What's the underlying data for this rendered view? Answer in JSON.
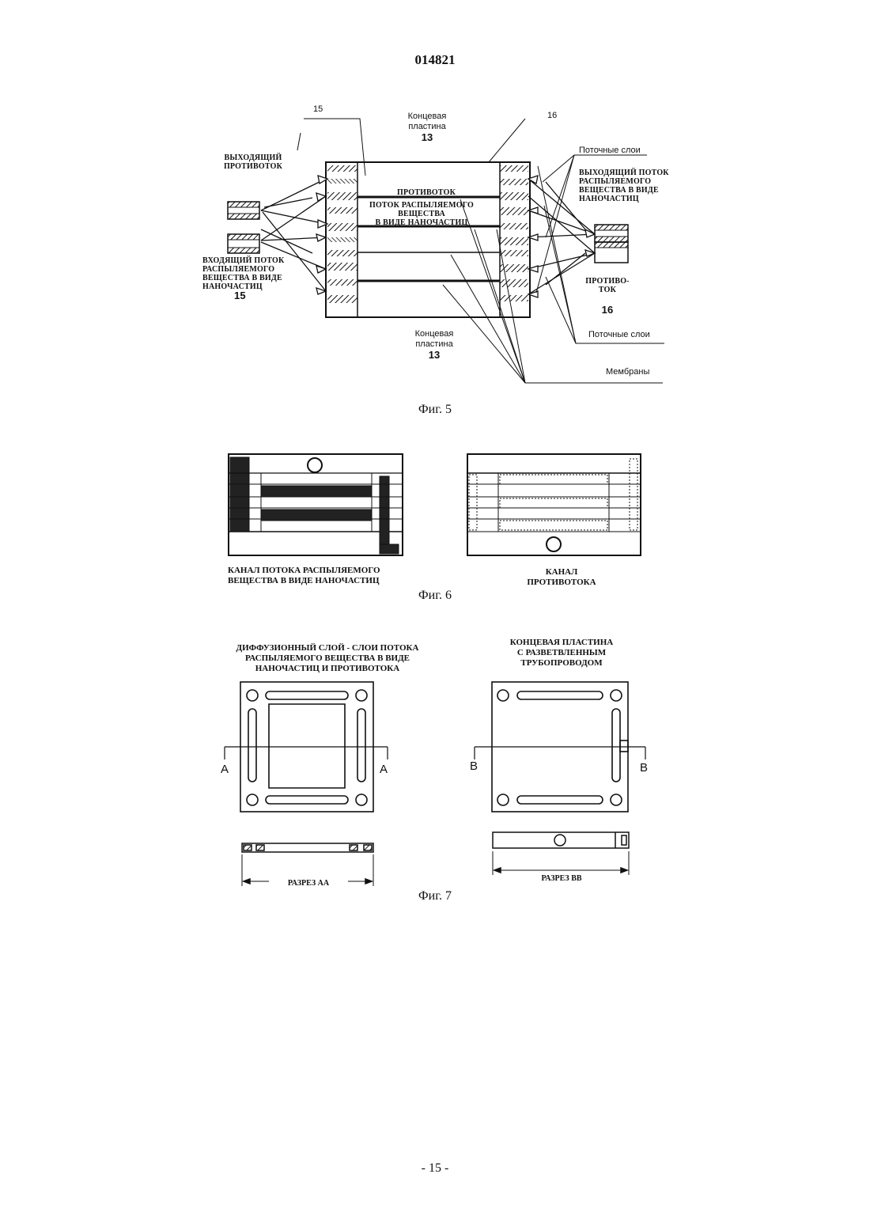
{
  "header": {
    "doc_number": "014821"
  },
  "footer": {
    "page_number": "- 15 -"
  },
  "fig5": {
    "caption": "Фиг. 5",
    "ref_15_top": "15",
    "ref_16_top": "16",
    "end_plate_top_line1": "Концевая",
    "end_plate_top_line2": "пластина",
    "end_plate_top_num": "13",
    "end_plate_bottom_line1": "Концевая",
    "end_plate_bottom_line2": "пластина",
    "end_plate_bottom_num": "13",
    "outgoing_counterflow_line1": "ВЫХОДЯЩИЙ",
    "outgoing_counterflow_line2": "ПРОТИВОТОК",
    "incoming_flow_line1": "ВХОДЯЩИЙ ПОТОК",
    "incoming_flow_line2": "РАСПЫЛЯЕМОГО",
    "incoming_flow_line3": "ВЕЩЕСТВА В ВИДЕ",
    "incoming_flow_line4": "НАНОЧАСТИЦ",
    "incoming_flow_num": "15",
    "counterflow_inner": "ПРОТИВОТОК",
    "flow_inner_line1": "ПОТОК РАСПЫЛЯЕМОГО",
    "flow_inner_line2": "ВЕЩЕСТВА",
    "flow_inner_line3": "В ВИДЕ НАНОЧАСТИЦ",
    "flow_layers_top": "Поточные слои",
    "outgoing_flow_line1": "ВЫХОДЯЩИЙ ПОТОК",
    "outgoing_flow_line2": "РАСПЫЛЯЕМОГО",
    "outgoing_flow_line3": "ВЕЩЕСТВА В ВИДЕ",
    "outgoing_flow_line4": "НАНОЧАСТИЦ",
    "counterflow_right_line1": "ПРОТИВО-",
    "counterflow_right_line2": "ТОК",
    "counterflow_right_num": "16",
    "flow_layers_bottom": "Поточные слои",
    "membranes": "Мембраны"
  },
  "fig6": {
    "caption": "Фиг. 6",
    "left_label_line1": "КАНАЛ ПОТОКА РАСПЫЛЯЕМОГО",
    "left_label_line2": "ВЕЩЕСТВА В ВИДЕ НАНОЧАСТИЦ",
    "right_label_line1": "КАНАЛ",
    "right_label_line2": "ПРОТИВОТОКА"
  },
  "fig7": {
    "caption": "Фиг. 7",
    "left_title_line1": "ДИФФУЗИОННЫЙ СЛОЙ  -  СЛОИ ПОТОКА",
    "left_title_line2": "РАСПЫЛЯЕМОГО ВЕЩЕСТВА В ВИДЕ",
    "left_title_line3": "НАНОЧАСТИЦ И  ПРОТИВОТОКА",
    "right_title_line1": "КОНЦЕВАЯ ПЛАСТИНА",
    "right_title_line2": "С РАЗВЕТВЛЕННЫМ",
    "right_title_line3": "ТРУБОПРОВОДОМ",
    "section_a_left": "A",
    "section_a_right": "A",
    "section_b_left": "B",
    "section_b_right": "B",
    "section_aa": "РАЗРЕЗ АА",
    "section_bb": "РАЗРЕЗ ВВ"
  }
}
